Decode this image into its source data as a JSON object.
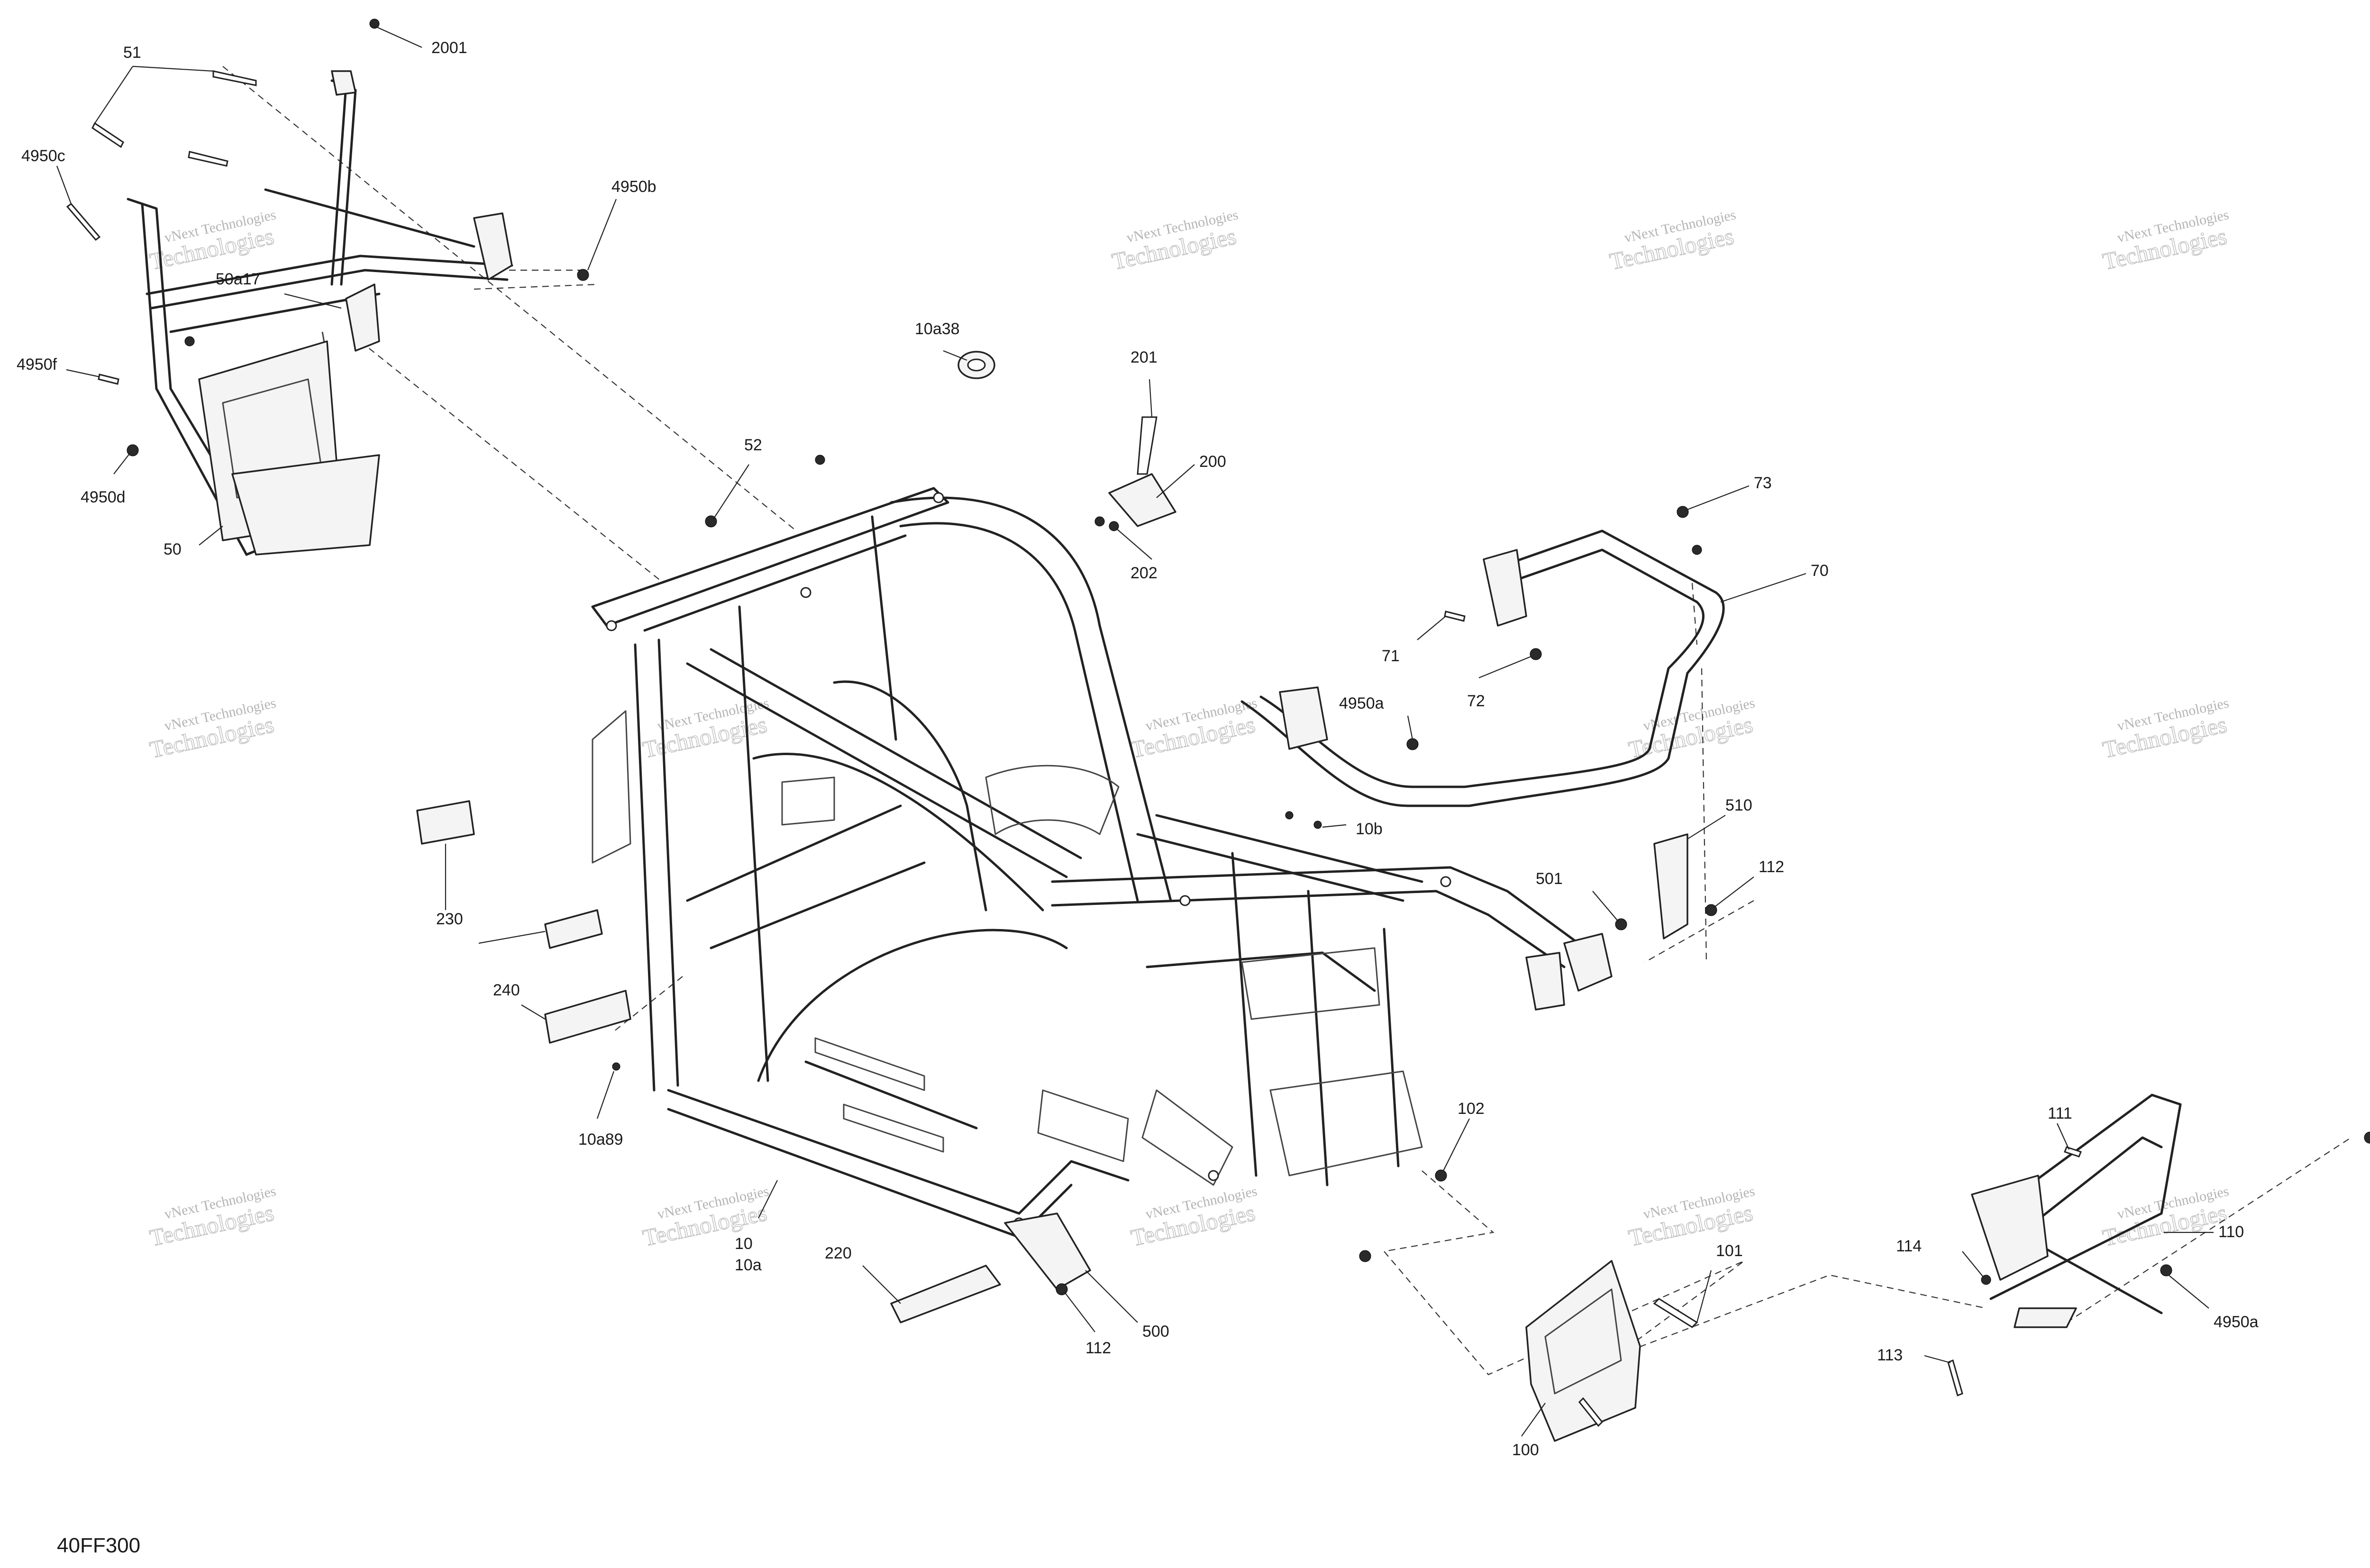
{
  "figure_code": "40FF300",
  "watermark": {
    "line1": "vNext Technologies",
    "line2": "Technologies"
  },
  "callouts": [
    {
      "id": "51",
      "text": "51"
    },
    {
      "id": "2001",
      "text": "2001"
    },
    {
      "id": "4950c",
      "text": "4950c"
    },
    {
      "id": "4950b",
      "text": "4950b"
    },
    {
      "id": "50a17",
      "text": "50a17"
    },
    {
      "id": "4950f",
      "text": "4950f"
    },
    {
      "id": "4950d",
      "text": "4950d"
    },
    {
      "id": "50",
      "text": "50"
    },
    {
      "id": "10a38",
      "text": "10a38"
    },
    {
      "id": "52",
      "text": "52"
    },
    {
      "id": "201",
      "text": "201"
    },
    {
      "id": "200",
      "text": "200"
    },
    {
      "id": "202",
      "text": "202"
    },
    {
      "id": "73",
      "text": "73"
    },
    {
      "id": "70",
      "text": "70"
    },
    {
      "id": "71",
      "text": "71"
    },
    {
      "id": "72",
      "text": "72"
    },
    {
      "id": "4950a-top",
      "text": "4950a"
    },
    {
      "id": "10b",
      "text": "10b"
    },
    {
      "id": "510",
      "text": "510"
    },
    {
      "id": "501",
      "text": "501"
    },
    {
      "id": "112-right",
      "text": "112"
    },
    {
      "id": "230",
      "text": "230"
    },
    {
      "id": "240",
      "text": "240"
    },
    {
      "id": "10a89",
      "text": "10a89"
    },
    {
      "id": "102",
      "text": "102"
    },
    {
      "id": "111",
      "text": "111"
    },
    {
      "id": "110",
      "text": "110"
    },
    {
      "id": "101",
      "text": "101"
    },
    {
      "id": "114",
      "text": "114"
    },
    {
      "id": "4950a-bottom",
      "text": "4950a"
    },
    {
      "id": "113",
      "text": "113"
    },
    {
      "id": "100",
      "text": "100"
    },
    {
      "id": "10",
      "text": "10"
    },
    {
      "id": "10a",
      "text": "10a"
    },
    {
      "id": "220",
      "text": "220"
    },
    {
      "id": "500",
      "text": "500"
    },
    {
      "id": "112-bottom",
      "text": "112"
    }
  ]
}
